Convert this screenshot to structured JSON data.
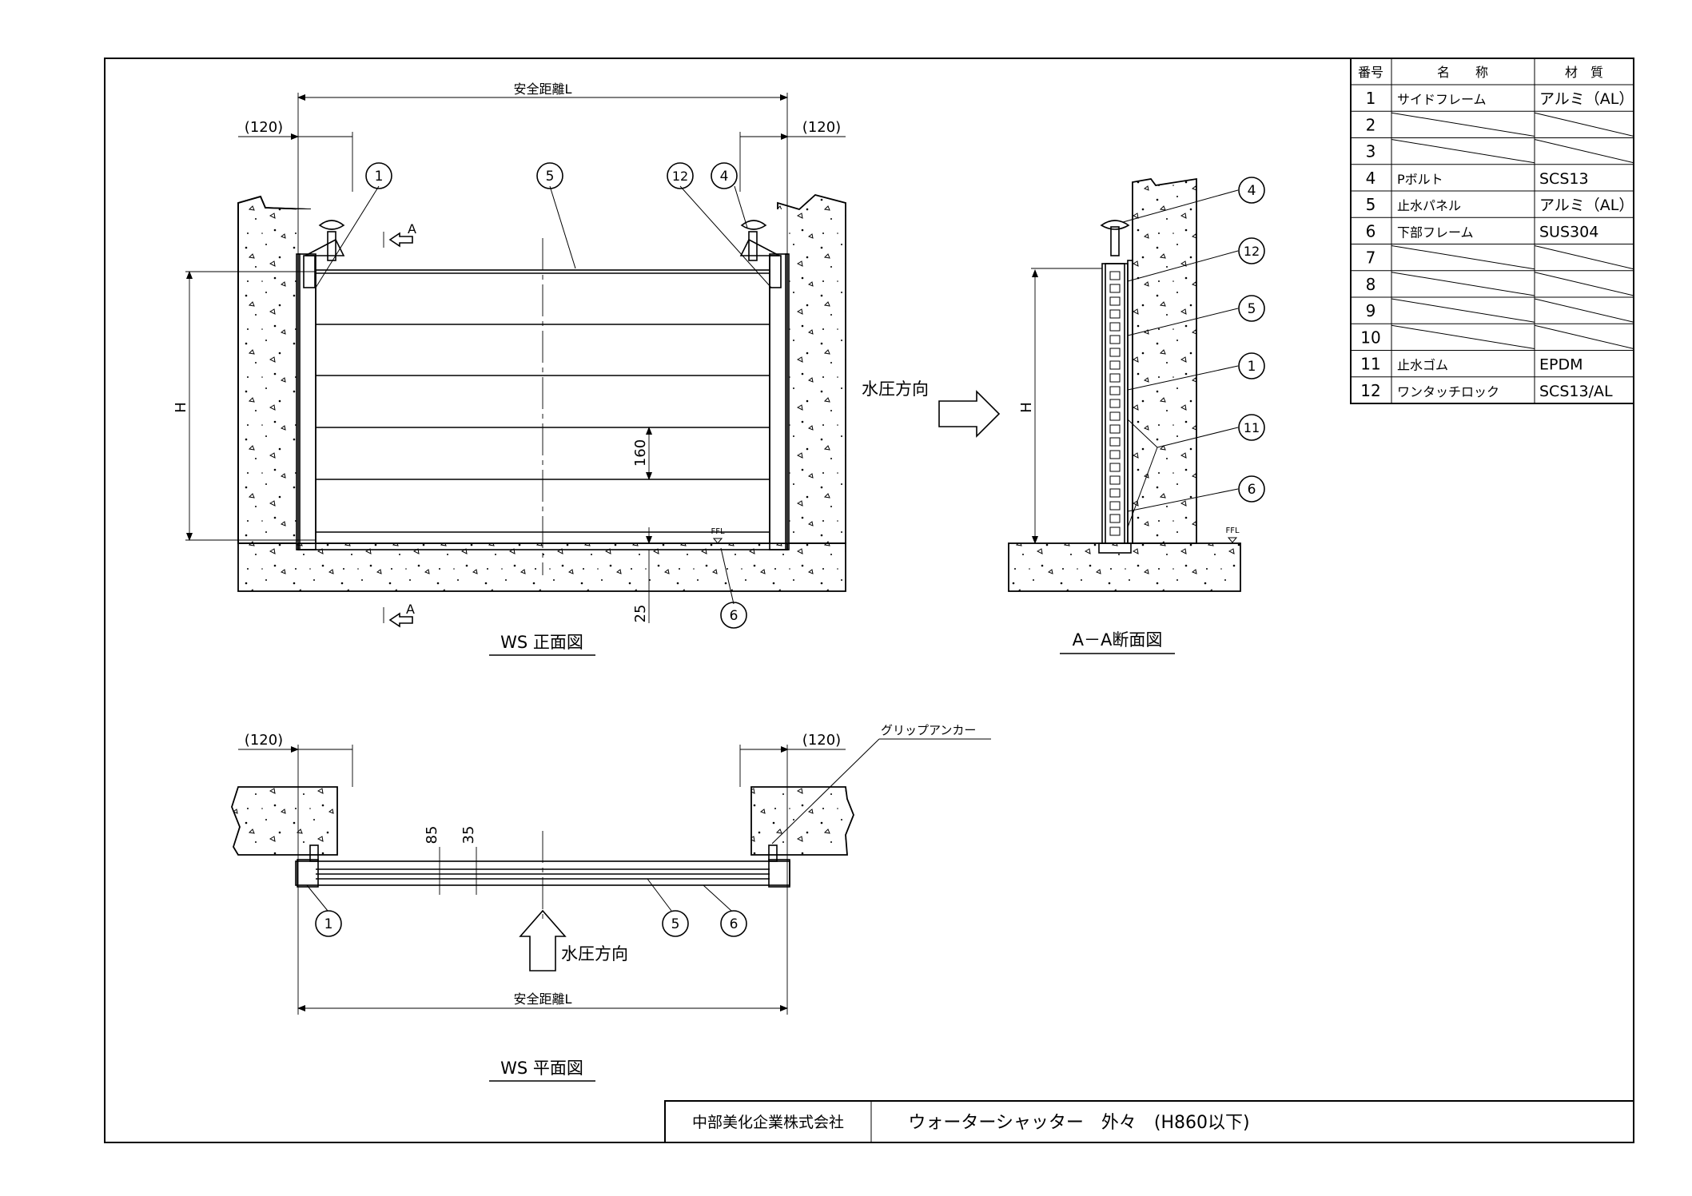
{
  "parts_table": {
    "headers": {
      "no": "番号",
      "name": "名　　称",
      "material": "材　質"
    },
    "rows": [
      {
        "no": "1",
        "name": "サイドフレーム",
        "material": "アルミ（AL）"
      },
      {
        "no": "2",
        "name": "",
        "material": ""
      },
      {
        "no": "3",
        "name": "",
        "material": ""
      },
      {
        "no": "4",
        "name": "Pボルト",
        "material": "SCS13"
      },
      {
        "no": "5",
        "name": "止水パネル",
        "material": "アルミ（AL）"
      },
      {
        "no": "6",
        "name": "下部フレーム",
        "material": "SUS304"
      },
      {
        "no": "7",
        "name": "",
        "material": ""
      },
      {
        "no": "8",
        "name": "",
        "material": ""
      },
      {
        "no": "9",
        "name": "",
        "material": ""
      },
      {
        "no": "10",
        "name": "",
        "material": ""
      },
      {
        "no": "11",
        "name": "止水ゴム",
        "material": "EPDM"
      },
      {
        "no": "12",
        "name": "ワンタッチロック",
        "material": "SCS13/AL"
      }
    ]
  },
  "front_view": {
    "title": "WS 正面図",
    "dim_safety": "安全距離L",
    "dim_left": "(120)",
    "dim_right": "(120)",
    "dim_height": "H",
    "dim_panel": "160",
    "dim_bottom": "25",
    "ffl": "FFL",
    "section_mark": "A",
    "callouts": [
      "1",
      "5",
      "12",
      "4",
      "6"
    ]
  },
  "section_view": {
    "title": "A－A断面図",
    "pressure_label": "水圧方向",
    "dim_height": "H",
    "ffl": "FFL",
    "callouts": [
      "4",
      "12",
      "5",
      "1",
      "11",
      "6"
    ]
  },
  "plan_view": {
    "title": "WS 平面図",
    "dim_left": "(120)",
    "dim_right": "(120)",
    "dim_85": "85",
    "dim_35": "35",
    "anchor_label": "グリップアンカー",
    "pressure_label": "水圧方向",
    "dim_safety": "安全距離L",
    "callouts": [
      "1",
      "5",
      "6"
    ]
  },
  "title_block": {
    "company": "中部美化企業株式会社",
    "drawing_title": "ウォーターシャッター　外々　(H860以下)"
  }
}
